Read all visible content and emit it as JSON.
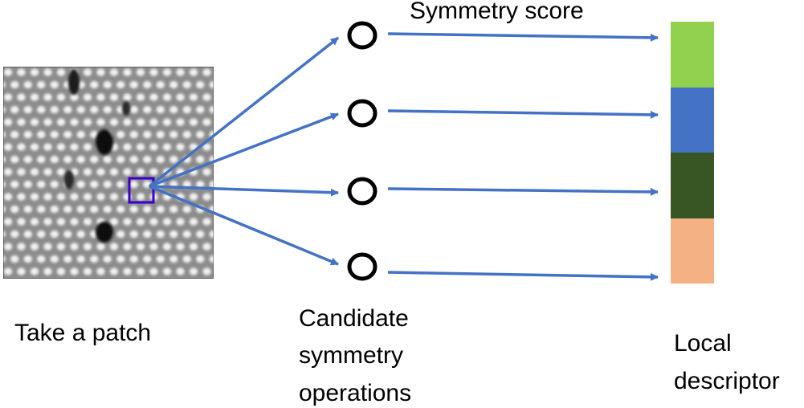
{
  "labels": {
    "symmetry_score": "Symmetry score",
    "take_patch": "Take a patch",
    "candidate_line1": "Candidate",
    "candidate_line2": "symmetry",
    "candidate_line3": "operations",
    "local_line1": "Local",
    "local_line2": "descriptor"
  },
  "colors": {
    "arrow": "#4472c4",
    "circle_stroke": "#000000",
    "patch_box": "#3a00cc",
    "image_background": "#8c8c8c",
    "atom_bright": "#f2f2f2",
    "defect_dark": "#111111"
  },
  "descriptor_segments": [
    {
      "name": "score-segment-1",
      "color": "#92d050"
    },
    {
      "name": "score-segment-2",
      "color": "#4472c4"
    },
    {
      "name": "score-segment-3",
      "color": "#375623"
    },
    {
      "name": "score-segment-4",
      "color": "#f4b183"
    }
  ],
  "candidate_count": 4,
  "icons": {
    "image": "atomic-lattice-image",
    "candidate": "circle-icon",
    "arrow": "arrow-icon"
  }
}
